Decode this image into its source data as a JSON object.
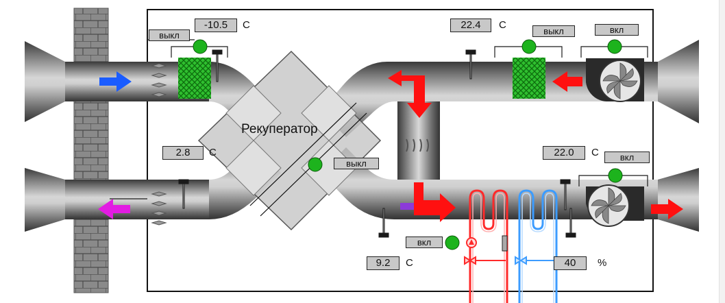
{
  "unit": {
    "temp": "C",
    "percent": "%"
  },
  "recuperator": {
    "title": "Рекуператор",
    "state": "выкл"
  },
  "outdoor_intake": {
    "temp": "-10.5",
    "damper_state": "выкл"
  },
  "exhaust_out": {
    "temp": "2.8"
  },
  "extract_line": {
    "temp": "22.4",
    "filter_state": "выкл",
    "fan_state": "вкл"
  },
  "supply_line": {
    "temp": "22.0",
    "fan_state": "вкл",
    "after_recuperator_temp": "9.2",
    "heater_pump_state": "вкл",
    "output_percent": "40"
  },
  "colors": {
    "fan_on": "#1db31d",
    "arrow_supply": "#ff1010",
    "arrow_intake": "#1a5cff",
    "arrow_exhaust": "#e21ce2",
    "filter": "#23c523",
    "heating": "#ff2a2a",
    "cooling": "#3c9cff"
  }
}
